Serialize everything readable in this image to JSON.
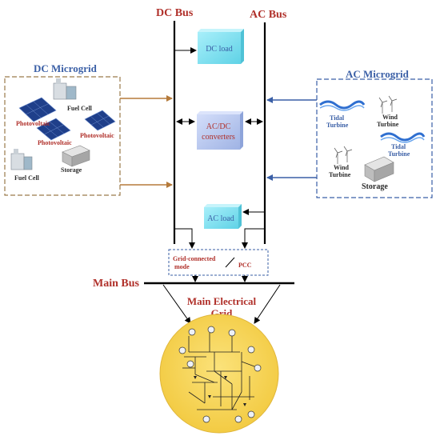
{
  "buses": {
    "dc_bus": "DC Bus",
    "ac_bus": "AC Bus",
    "main_bus": "Main Bus"
  },
  "dc_microgrid": {
    "title": "DC Microgrid",
    "items": [
      "Fuel Cell",
      "Photovoltaic",
      "Photovoltaic",
      "Photovoltaic",
      "Fuel Cell",
      "Storage"
    ]
  },
  "ac_microgrid": {
    "title": "AC Microgrid",
    "items": [
      "Tidal",
      "Turbine",
      "Wind",
      "Turbine",
      "Tidal",
      "Turbine",
      "Wind",
      "Turbine",
      "Storage"
    ]
  },
  "loads": {
    "dc_load": "DC load",
    "ac_load": "AC load",
    "converter_line1": "AC/DC",
    "converter_line2": "converters"
  },
  "pcc": {
    "mode_line1": "Grid-connected",
    "mode_line2": "mode",
    "pcc_label": "PCC"
  },
  "grid": {
    "title_line1": "Main Electrical",
    "title_line2": "Grid"
  },
  "colors": {
    "bus_line": "#000000",
    "dc_border": "#9a7a4a",
    "ac_border": "#3a5fa6",
    "dc_arrow": "#b57a3a",
    "ac_arrow": "#3a5fa6",
    "box_fill": "#7fe0ef",
    "converter_fill": "#b9c9ee",
    "label_red": "#b0302a",
    "grid_fill": "#f7d55a"
  }
}
